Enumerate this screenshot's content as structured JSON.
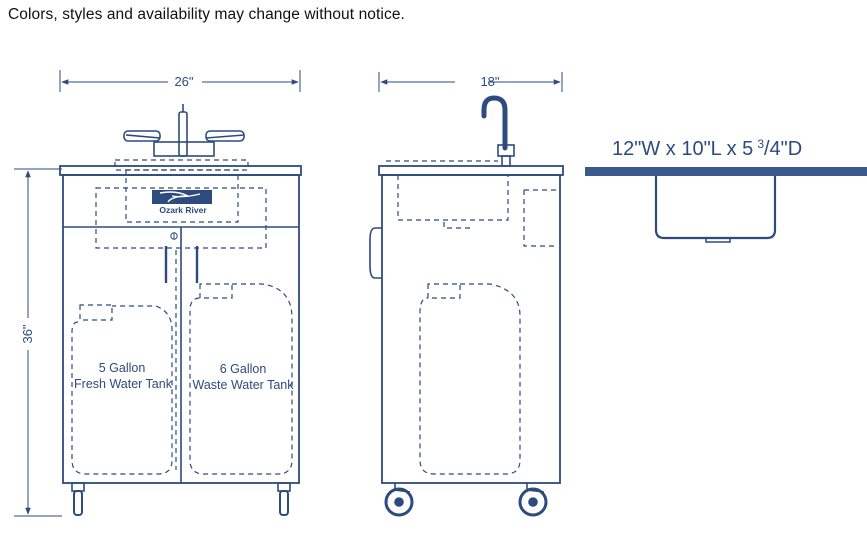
{
  "notice": "Colors, styles and availability may change without notice.",
  "front": {
    "width_label": "26\"",
    "height_label": "36\"",
    "brand": "Ozark River",
    "tank_left_line1": "5 Gallon",
    "tank_left_line2": "Fresh Water Tank",
    "tank_right_line1": "6 Gallon",
    "tank_right_line2": "Waste Water Tank"
  },
  "side": {
    "width_label": "18\""
  },
  "basin": {
    "dims_main": "12\"W x 10\"L x 5",
    "dims_frac_num": "3",
    "dims_frac_rest": "/4\"D"
  },
  "colors": {
    "line": "#2d4b7e",
    "counter": "#3a5a8c"
  }
}
